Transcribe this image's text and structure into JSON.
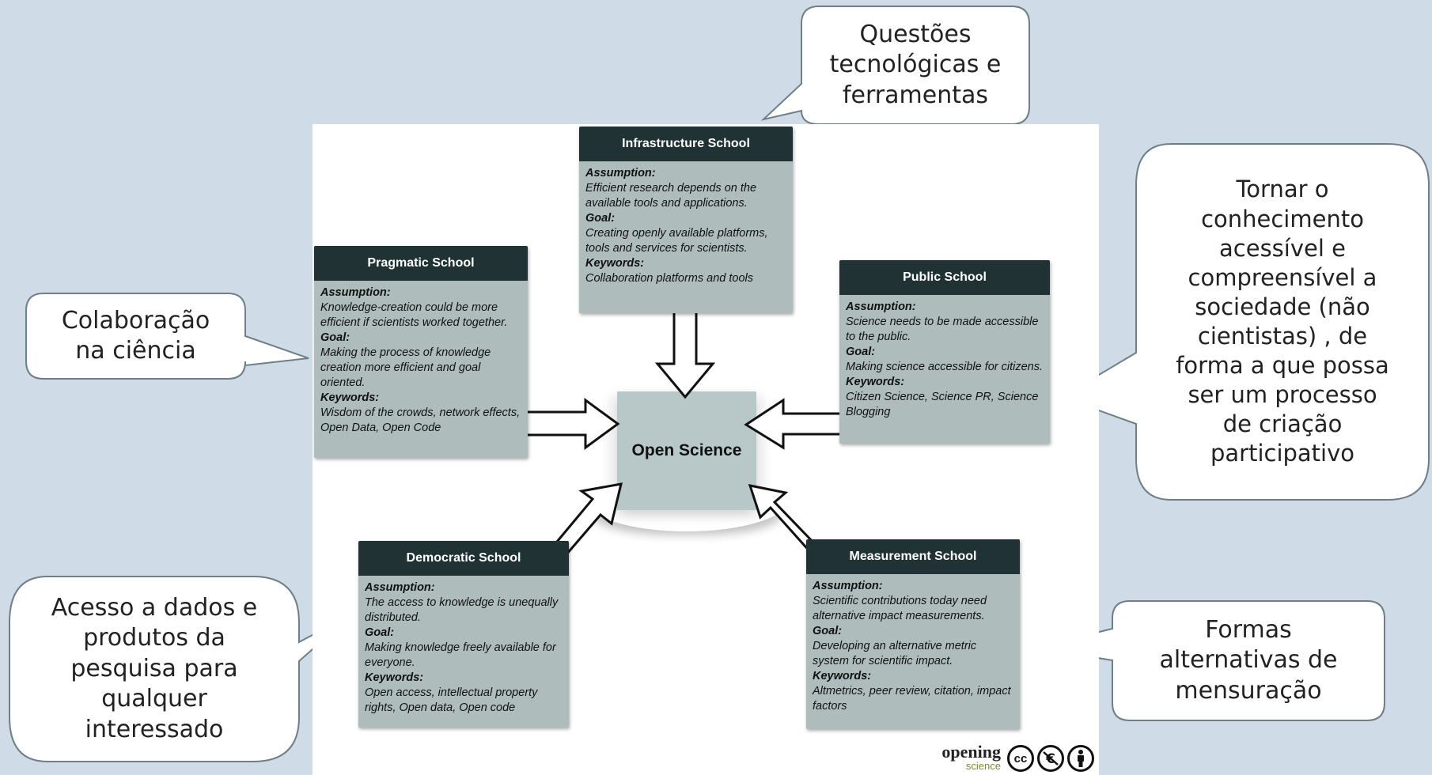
{
  "callouts": {
    "tech": "Questões\ntecnológicas e\nferramentas",
    "collab": "Colaboração\nna ciência",
    "public": "Tornar o\nconhecimento\nacessível e\ncompreensível a\nsociedade (não\ncientistas) , de\nforma a que possa\nser um processo\nde criação\nparticipativo",
    "access": "Acesso a dados e\nprodutos da\npesquisa para\nqualquer\ninteressado",
    "measure": "Formas\nalternativas de\nmensuração"
  },
  "center_label": "Open Science",
  "schools": {
    "infrastructure": {
      "title": "Infrastructure School",
      "assumption_label": "Assumption:",
      "assumption": "Efficient research depends on the available tools and applications.",
      "goal_label": "Goal:",
      "goal": "Creating openly available platforms, tools and services for scientists.",
      "keywords_label": "Keywords:",
      "keywords": "Collaboration platforms and tools"
    },
    "pragmatic": {
      "title": "Pragmatic School",
      "assumption_label": "Assumption:",
      "assumption": "Knowledge-creation could be more efficient if scientists worked together.",
      "goal_label": "Goal:",
      "goal": "Making the process of knowledge creation more efficient and goal oriented.",
      "keywords_label": "Keywords:",
      "keywords": "Wisdom of the crowds, network effects, Open Data, Open Code"
    },
    "public": {
      "title": "Public School",
      "assumption_label": "Assumption:",
      "assumption": "Science needs to be made accessible to the public.",
      "goal_label": "Goal:",
      "goal": "Making science accessible for citizens.",
      "keywords_label": "Keywords:",
      "keywords": "Citizen Science, Science PR, Science Blogging"
    },
    "democratic": {
      "title": "Democratic School",
      "assumption_label": "Assumption:",
      "assumption": "The access to knowledge is unequally distributed.",
      "goal_label": "Goal:",
      "goal": "Making knowledge freely available for everyone.",
      "keywords_label": "Keywords:",
      "keywords": "Open access, intellectual property rights, Open data, Open code"
    },
    "measurement": {
      "title": "Measurement School",
      "assumption_label": "Assumption:",
      "assumption": "Scientific contributions today need alternative impact measurements.",
      "goal_label": "Goal:",
      "goal": "Developing an alternative metric system for scientific impact.",
      "keywords_label": "Keywords:",
      "keywords": "Altmetrics, peer review, citation, impact factors"
    }
  },
  "brand": {
    "logo_main": "opening",
    "logo_sub": "science",
    "icons": [
      "cc-icon",
      "non-commercial-icon",
      "attribution-icon"
    ],
    "cc_text": "cc"
  }
}
